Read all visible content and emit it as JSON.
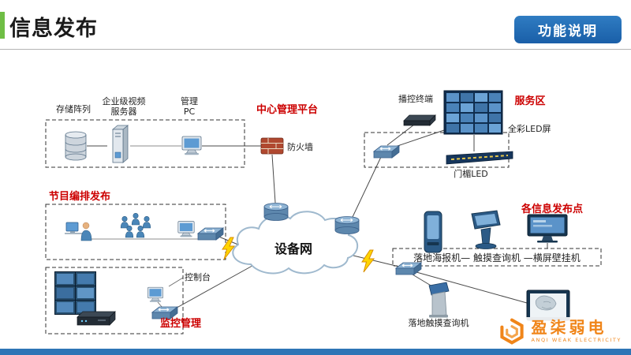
{
  "header": {
    "title": "信息发布",
    "function_button": "功能说明"
  },
  "colors": {
    "accent_green": "#6fbe45",
    "button_blue": "#1a5fa8",
    "label_red": "#cc0000",
    "brand_orange": "#f08519",
    "footer_bar_blue": "#2e75b6"
  },
  "diagram": {
    "groups": {
      "center_platform": "中心管理平台",
      "service_area": "服务区",
      "program_publish": "节目编排发布",
      "monitor_mgmt": "监控管理",
      "info_points": "各信息发布点"
    },
    "nodes": {
      "storage": "存储阵列",
      "video_server_line1": "企业级视频",
      "video_server_line2": "服务器",
      "mgmt_pc_line1": "管理",
      "mgmt_pc_line2": "PC",
      "firewall": "防火墙",
      "broadcast_terminal": "播控终端",
      "full_color_led": "全彩LED屏",
      "lintel_led": "门楣LED",
      "device_network": "设备网",
      "console": "控制台",
      "points_row": "落地海报机— 触摸查询机 —横屏壁挂机",
      "floor_touch_kiosk": "落地触摸查询机"
    }
  },
  "footer": {
    "brand": "盈柒弱电",
    "brand_sub": "ANQI WEAK ELECTRICITY"
  }
}
